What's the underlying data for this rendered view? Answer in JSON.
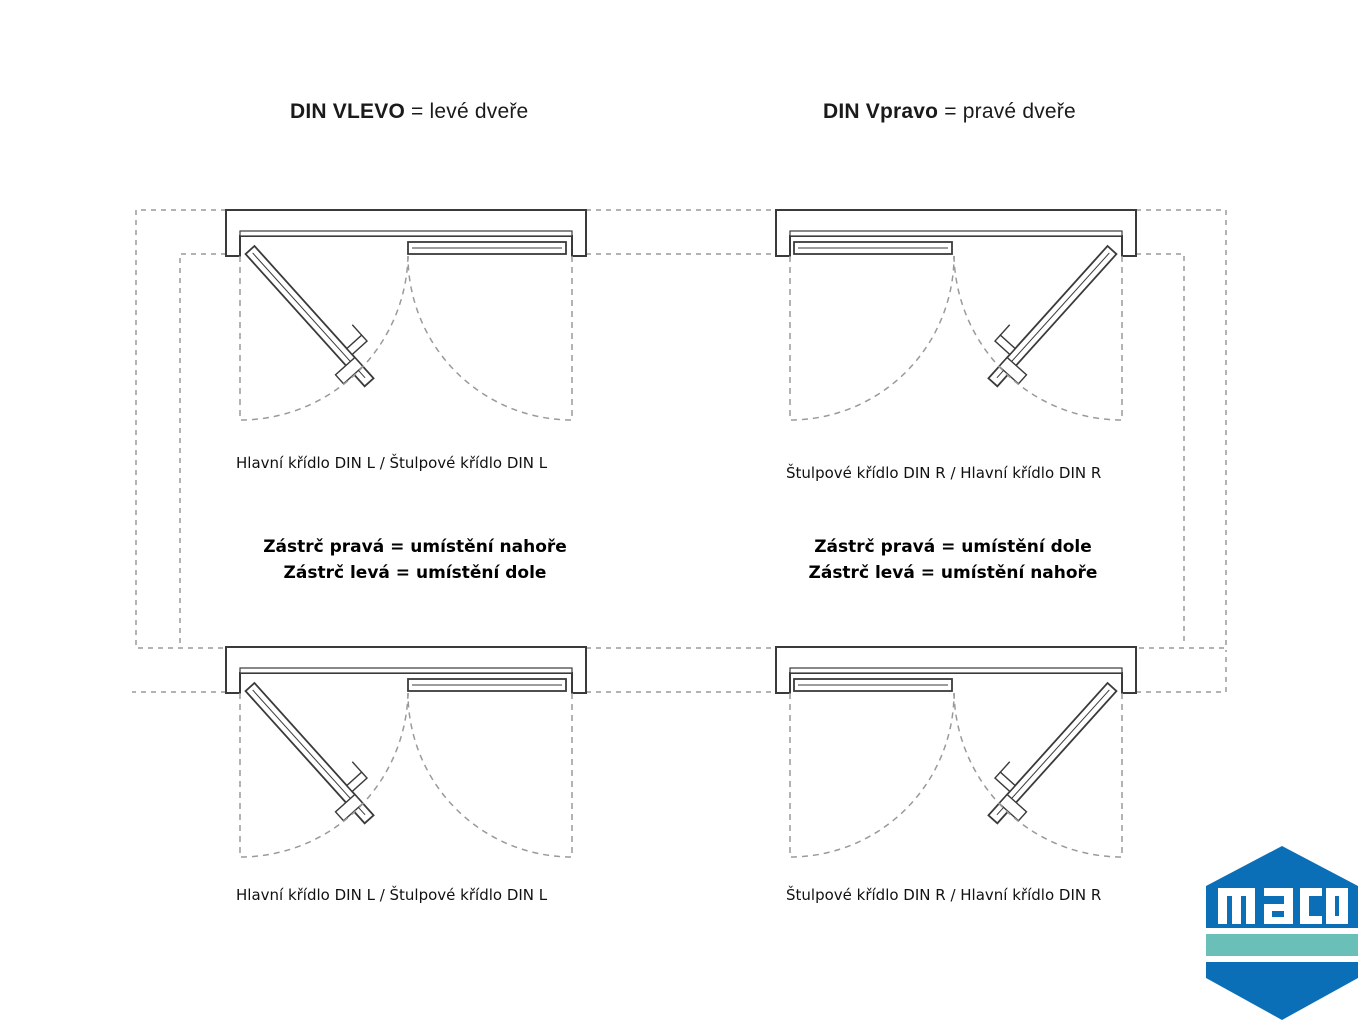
{
  "headings": {
    "left": {
      "strong": "DIN VLEVO",
      "sep": "=",
      "rest": "levé dveře"
    },
    "right": {
      "strong": "DIN Vpravo",
      "sep": "=",
      "rest": "pravé dveře"
    }
  },
  "captions": {
    "top_left": "Hlavní křídlo DIN L  / Štulpové křídlo DIN L",
    "top_right": "Štulpové křídlo DIN R / Hlavní křídlo DIN R",
    "bottom_left": "Hlavní křídlo DIN L  / Štulpové křídlo DIN L",
    "bottom_right": "Štulpové křídlo DIN R / Hlavní křídlo DIN R"
  },
  "rules": {
    "left": {
      "line1": "Zástrč pravá = umístění nahoře",
      "line2": "Zástrč levá = umístění dole"
    },
    "right": {
      "line1": "Zástrč pravá = umístění dole",
      "line2": "Zástrč levá = umístění nahoře"
    }
  },
  "logo": {
    "text": "maco",
    "colors": {
      "blue": "#0a6fb6",
      "teal": "#6bbfb9"
    }
  },
  "colors": {
    "line": "#3a3a3a",
    "dash": "#9a9a9a"
  }
}
